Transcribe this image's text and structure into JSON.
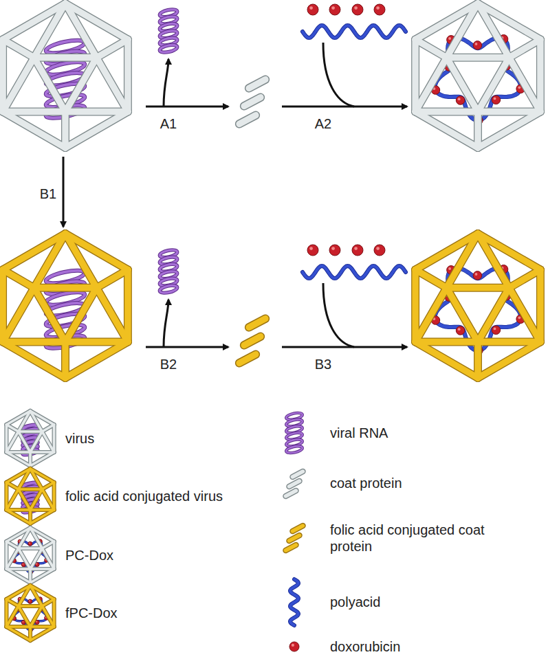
{
  "diagram": {
    "labels": [
      "A1",
      "A2",
      "B1",
      "B2",
      "B3"
    ],
    "legend": [
      {
        "text": "virus"
      },
      {
        "text": "folic acid conjugated virus"
      },
      {
        "text": "PC-Dox"
      },
      {
        "text": "fPC-Dox"
      },
      {
        "text": "viral RNA"
      },
      {
        "text": "coat protein"
      },
      {
        "text": "folic acid conjugated coat protein"
      },
      {
        "text": "polyacid"
      },
      {
        "text": "doxorubicin"
      }
    ]
  }
}
